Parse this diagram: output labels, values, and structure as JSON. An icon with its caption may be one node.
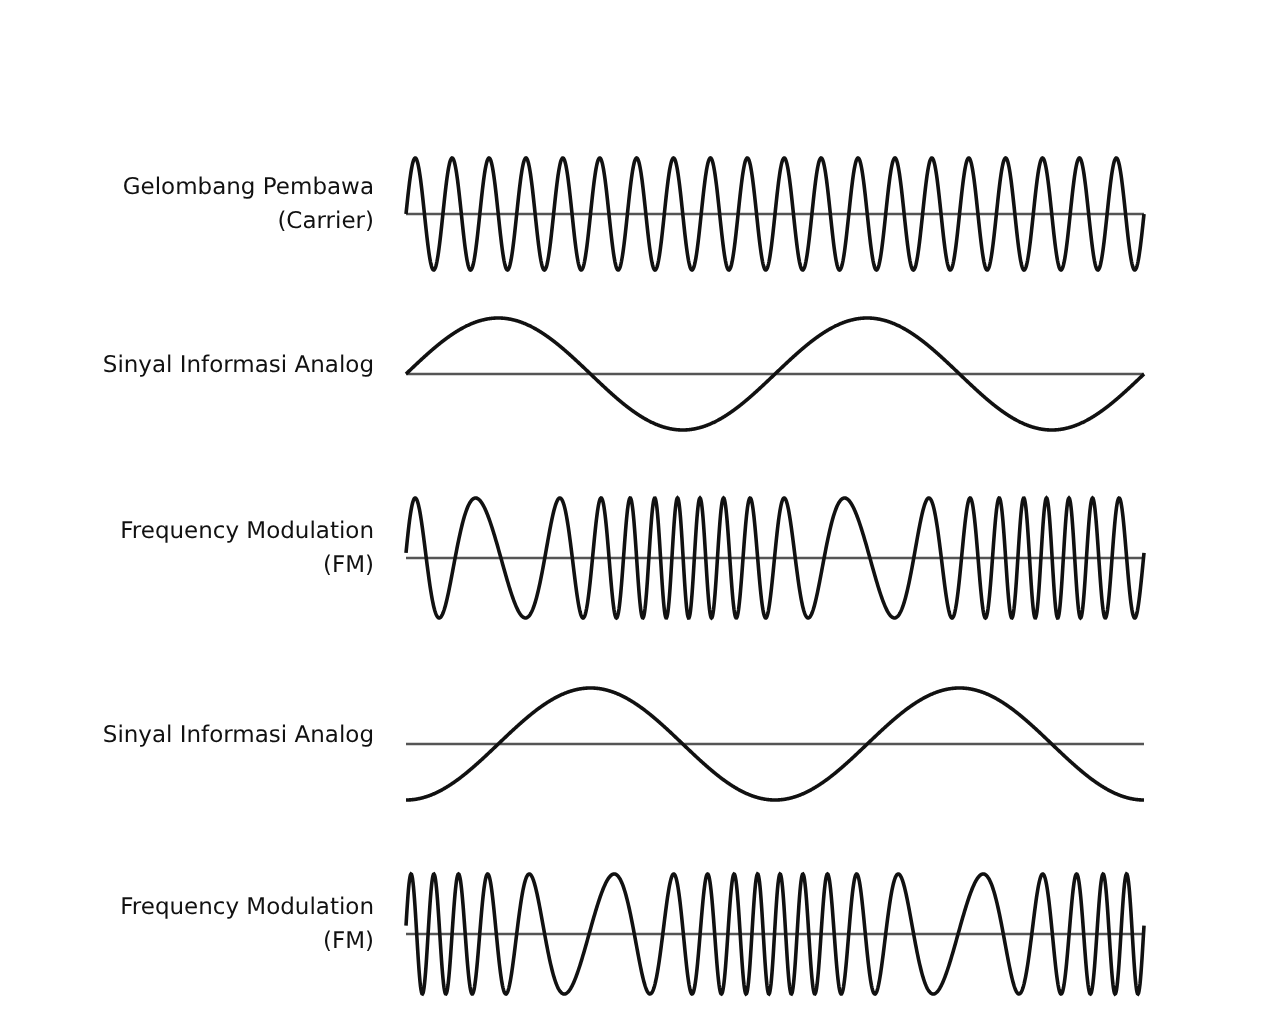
{
  "diagram": {
    "labels": [
      "Gelombang Pembawa (Carrier)",
      "Sinyal Informasi Analog",
      "Frequency Modulation (FM)",
      "Sinyal Informasi Analog",
      "Frequency Modulation (FM)"
    ]
  }
}
